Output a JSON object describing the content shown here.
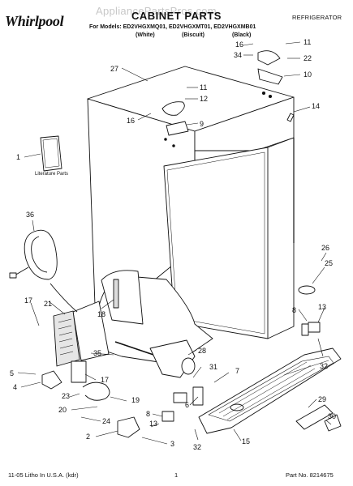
{
  "header": {
    "watermark": "AppliancePartsPros.com",
    "brand": "Whirlpool",
    "title": "CABINET PARTS",
    "appliance": "REFRIGERATOR",
    "models_line": "For Models: ED2VHGXMQ01, ED2VHGXMT01, ED2VHGXMB01",
    "variants": [
      "(White)",
      "(Biscuit)",
      "(Black)"
    ]
  },
  "diagram": {
    "literature_label": "Literature Parts",
    "callouts": [
      "27",
      "11",
      "12",
      "16",
      "9",
      "16",
      "11",
      "34",
      "22",
      "10",
      "14",
      "1",
      "36",
      "26",
      "25",
      "18",
      "17",
      "21",
      "8",
      "13",
      "28",
      "32",
      "5",
      "4",
      "35",
      "31",
      "7",
      "17",
      "23",
      "6",
      "29",
      "19",
      "20",
      "24",
      "8",
      "30",
      "13",
      "2",
      "3",
      "32",
      "15"
    ]
  },
  "footer": {
    "left": "11-05 Litho In U.S.A. (kdr)",
    "page": "1",
    "part_no": "Part No. 8214675"
  }
}
